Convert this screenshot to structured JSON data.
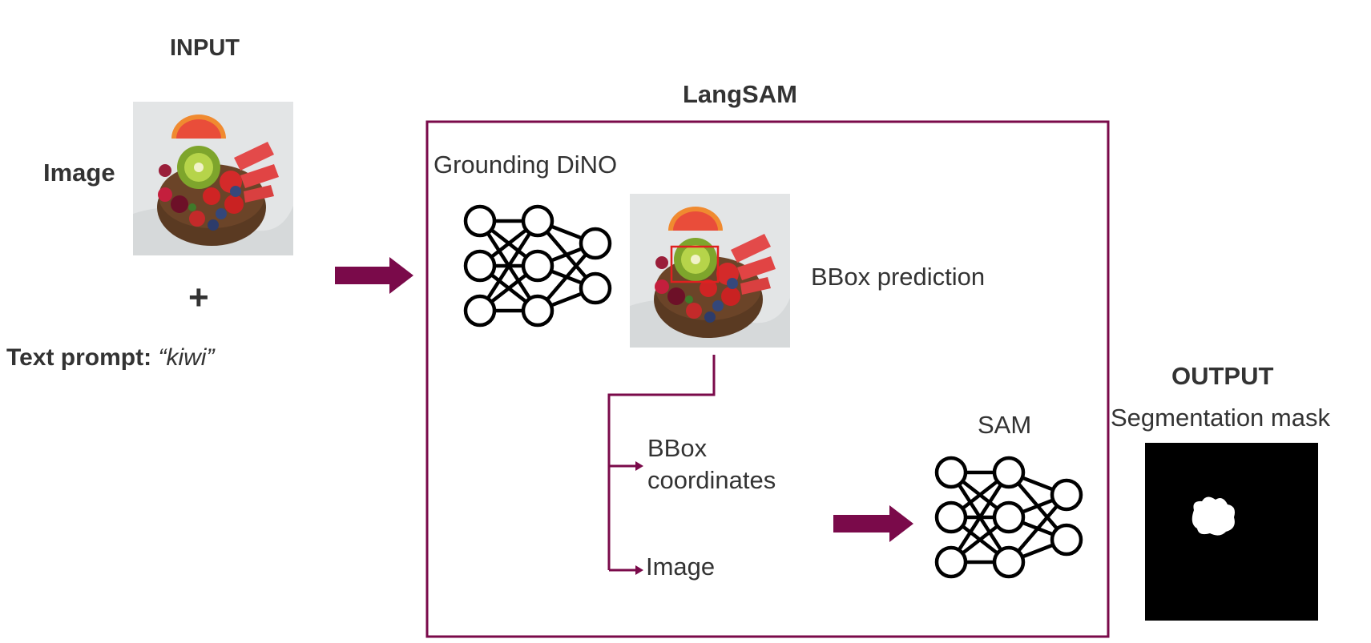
{
  "input": {
    "heading": "INPUT",
    "image_label": "Image",
    "plus": "+",
    "prompt_label": "Text prompt:",
    "prompt_value": "“kiwi”"
  },
  "langsam": {
    "title": "LangSAM",
    "grounding_label": "Grounding DiNO",
    "bbox_prediction": "BBox prediction",
    "bbox_coords_line1": "BBox",
    "bbox_coords_line2": "coordinates",
    "image_label": "Image",
    "sam_label": "SAM"
  },
  "output": {
    "heading": "OUTPUT",
    "subtitle": "Segmentation mask"
  },
  "colors": {
    "accent": "#7a0a4a",
    "text": "#333333",
    "mask_bg": "#000000",
    "mask_fg": "#ffffff"
  },
  "icons": [
    "fruit-bowl-image",
    "neural-network-icon",
    "arrow-right-icon",
    "segmentation-mask"
  ]
}
